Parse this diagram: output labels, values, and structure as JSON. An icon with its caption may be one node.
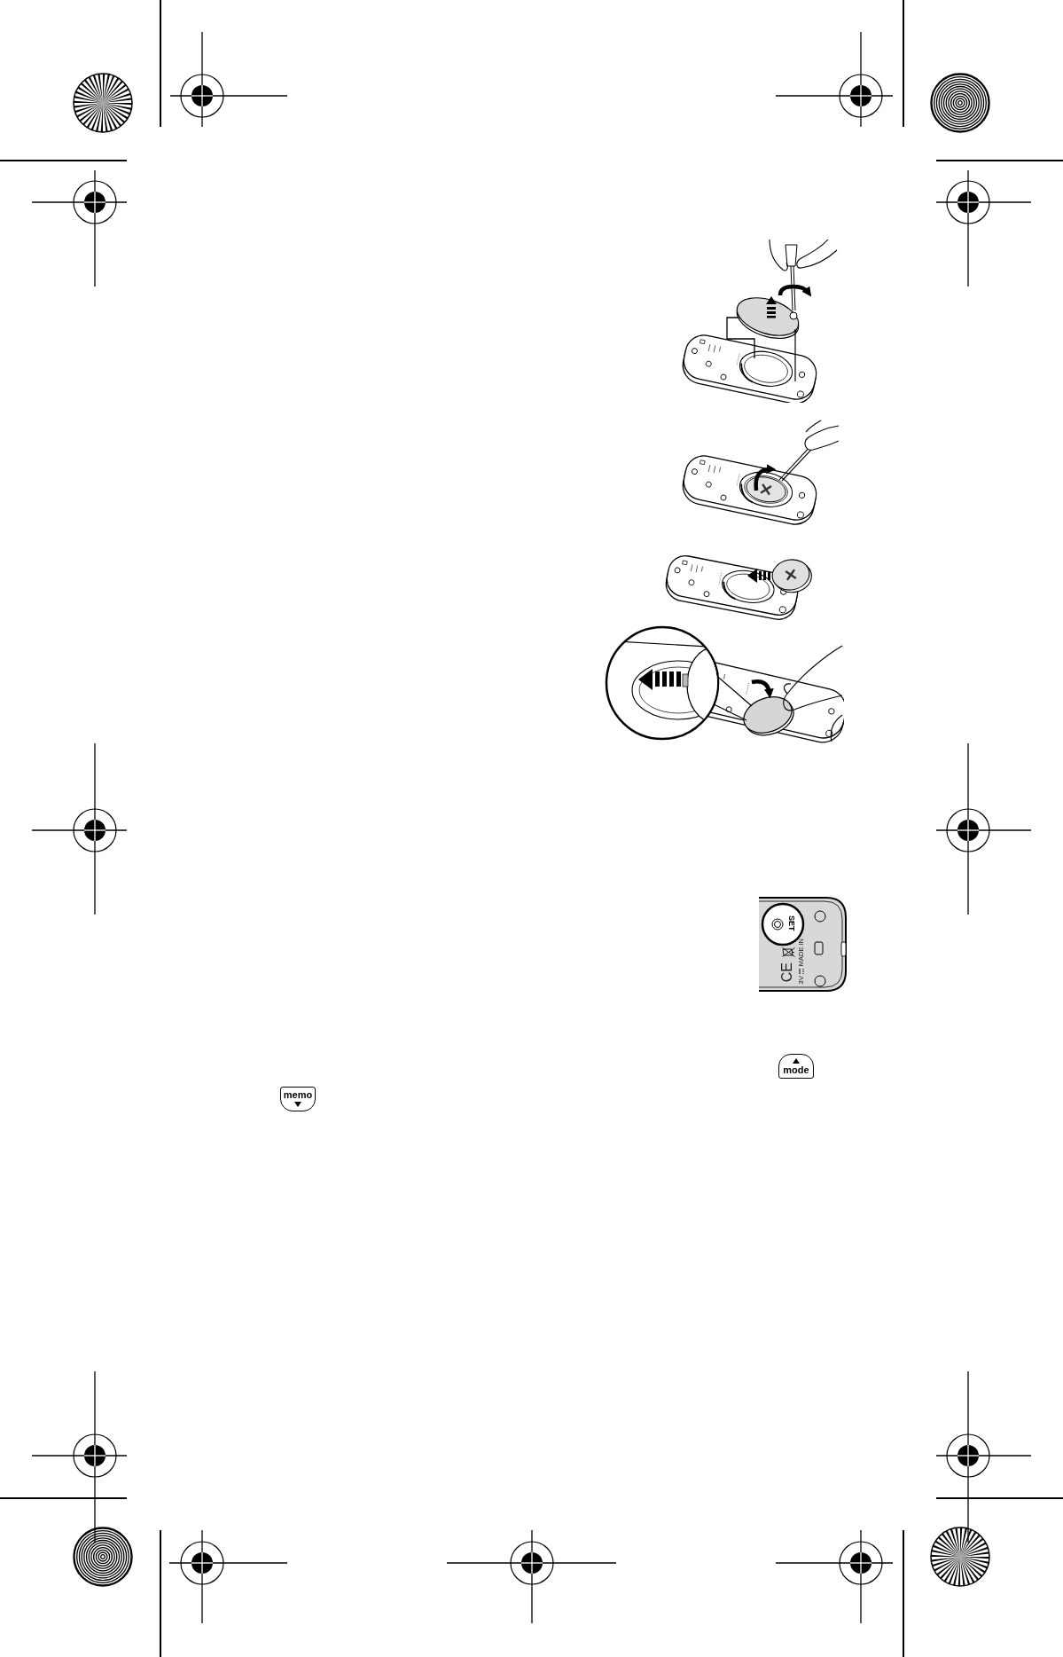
{
  "diagram": {
    "labels": [
      "SET",
      "CE",
      "MADE IN",
      "3V",
      "mode",
      "memo"
    ]
  }
}
